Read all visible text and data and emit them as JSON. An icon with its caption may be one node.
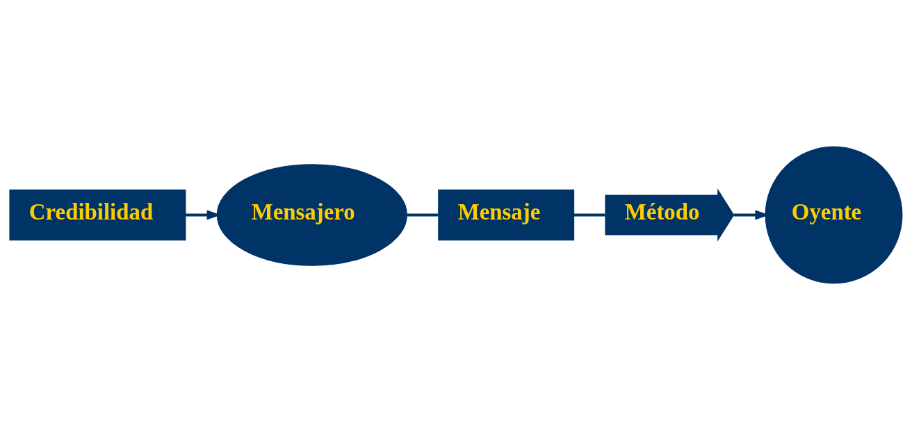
{
  "diagram": {
    "nodes": [
      {
        "text": [
          "Mensajero"
        ]
      },
      {
        "text": [
          "Mensaje"
        ]
      },
      {
        "text": [
          "Método"
        ]
      },
      {
        "text": [
          "Oyente"
        ]
      },
      {
        "text": [
          "Credibilidad"
        ]
      }
    ],
    "edges": [
      {
        "from": 0,
        "to": 1,
        "arrow": "none"
      },
      {
        "from": 1,
        "to": 2,
        "arrow": "none"
      },
      {
        "from": 2,
        "to": 3,
        "arrow": "to"
      },
      {
        "from": 4,
        "to": 0,
        "arrow": "to"
      }
    ]
  }
}
